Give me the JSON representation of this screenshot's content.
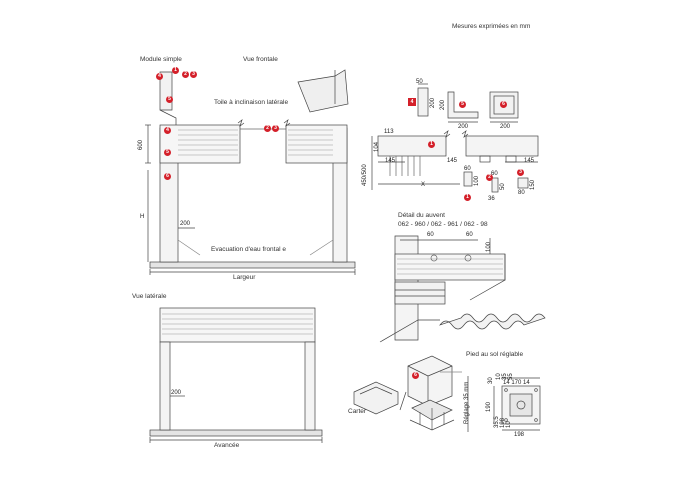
{
  "header": {
    "units_note": "Mesures exprimées en mm"
  },
  "front": {
    "module_label": "Module simple",
    "view_label": "Vue frontale",
    "tilt_label": "Toile à inclinaison latérale",
    "drain_label": "Evacuation d'eau frontal e",
    "width_label": "Largeur",
    "dim_600": "600",
    "dim_h": "H",
    "dim_200": "200"
  },
  "side": {
    "view_label": "Vue latérale",
    "depth_label": "Avancée",
    "dim_200": "200"
  },
  "parts": {
    "dim_50": "50",
    "dim_200_a": "200",
    "dim_200_b": "200",
    "dim_200_c": "200",
    "dim_113": "113",
    "dim_104": "104",
    "dim_450_500": "450/500",
    "dim_145_a": "145",
    "dim_145_b": "145",
    "dim_145_c": "145",
    "dim_x": "X",
    "dim_60_a": "60",
    "dim_100_a": "100",
    "dim_60_b": "60",
    "dim_50_b": "50",
    "dim_36": "36",
    "dim_150": "150",
    "dim_80": "80"
  },
  "detail": {
    "title": "Détail du auvent",
    "refs": "062 - 960 / 062 - 961 / 062 - 98",
    "dim_60_a": "60",
    "dim_60_b": "60",
    "dim_100": "100"
  },
  "foot": {
    "title": "Pied au sol réglable",
    "carter_label": "Carter",
    "adjust_label": "Réglage 35 mm",
    "top_dims": "14  170  14",
    "dim_30": "30",
    "dim_10": "10",
    "dim_35": "35",
    "dim_55": "55",
    "dim_190": "190",
    "dim_35b": "35.5",
    "dim_198a": "198",
    "dim_10b": "10",
    "dim_198b": "198"
  },
  "badges": [
    "1",
    "2",
    "3",
    "4",
    "5",
    "6"
  ],
  "colors": {
    "badge": "#d4202a",
    "line": "#444444",
    "hatch": "#888888"
  }
}
